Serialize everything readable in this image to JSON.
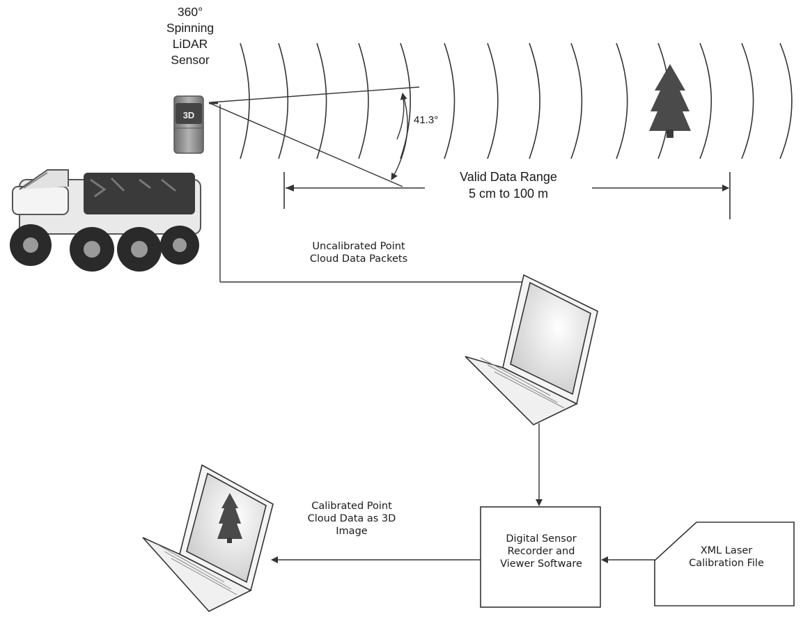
{
  "sensor": {
    "title": "360°\nSpinning\nLiDAR\nSensor",
    "angle": "41.3°"
  },
  "range": {
    "label": "Valid Data Range\n5 cm to 100 m"
  },
  "flows": {
    "uncalibrated": "Uncalibrated Point\nCloud Data Packets",
    "calibrated": "Calibrated Point\nCloud Data as 3D\nImage"
  },
  "software": {
    "label": "Digital Sensor\nRecorder and\nViewer Software"
  },
  "calibration_file": {
    "label": "XML Laser\nCalibration File"
  },
  "colors": {
    "line": "#333333",
    "device_gray": "#8a8a8a",
    "screen": "#d8d8d8",
    "tree": "#4a4a4a"
  }
}
